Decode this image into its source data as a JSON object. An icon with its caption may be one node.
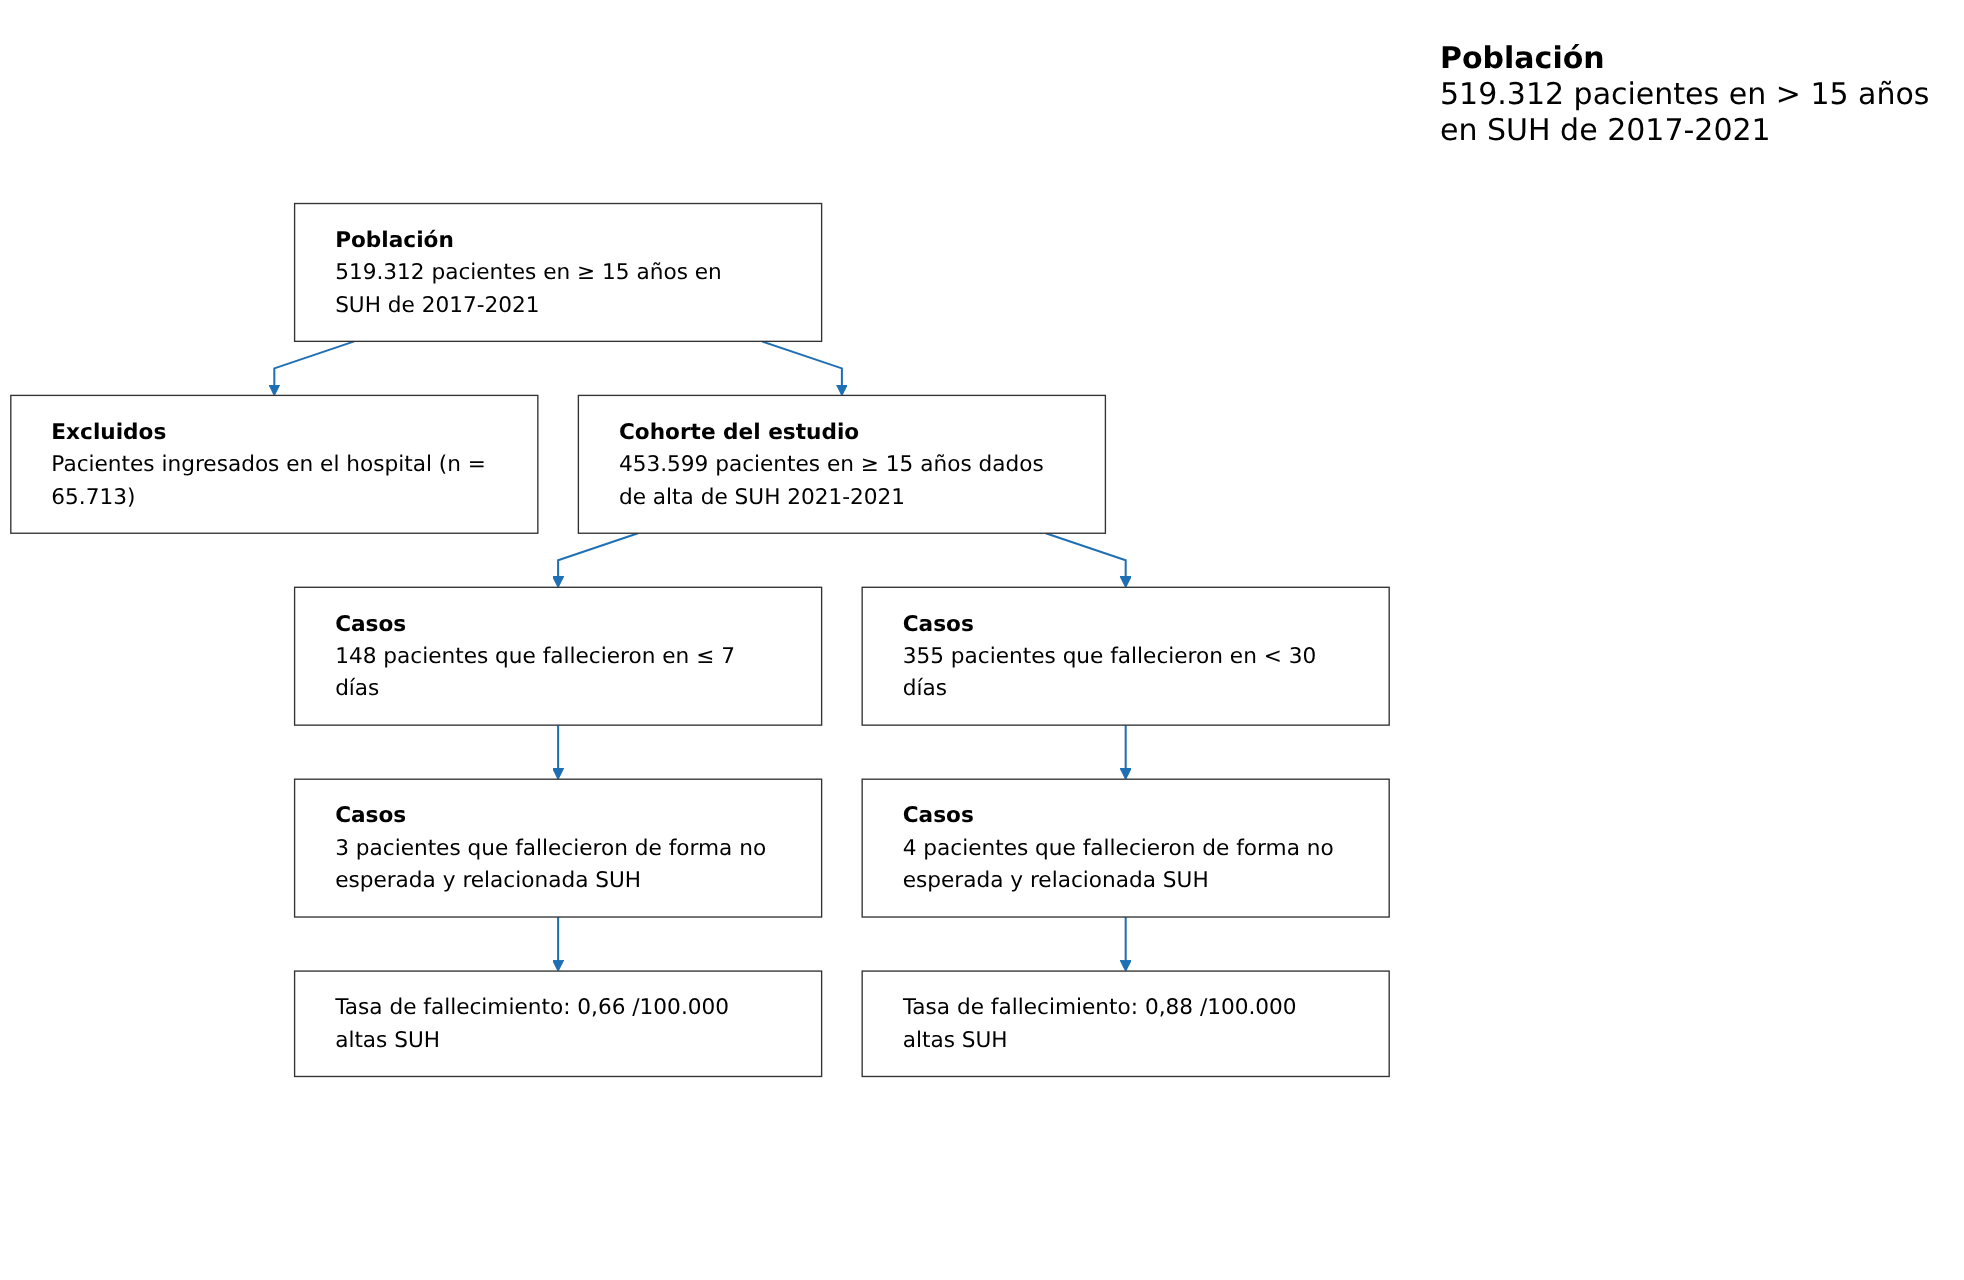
{
  "diagram": {
    "nodes": [
      {
        "text": [
          "Población",
          "519.312 pacientes en ≥ 15 años en SUH de 2017-2021"
        ]
      },
      {
        "text": [
          "Excluidos",
          "Pacientes ingresados en el hospital (n = 65.713)"
        ]
      },
      {
        "text": [
          "Cohorte del estudio",
          "453.599 pacientes en ≥ 15 años dados de alta de SUH 2021-2021"
        ]
      },
      {
        "text": [
          "Casos",
          "148 pacientes que fallecieron en ≤ 7 días"
        ]
      },
      {
        "text": [
          "Casos",
          "355 pacientes que fallecieron en < 30 días"
        ]
      },
      {
        "text": [
          "Casos",
          "3 pacientes que fallecieron de forma no esperada y relacionada SUH"
        ]
      },
      {
        "text": [
          "Casos",
          "4 pacientes que fallecieron de forma no esperada y relacionada SUH"
        ]
      },
      {
        "text": [
          "Tasa de fallecimiento: 0,66 /100.000 altas SUH"
        ]
      },
      {
        "text": [
          "Tasa de fallecimiento: 0,88 /100.000 altas SUH"
        ]
      }
    ],
    "edges": [
      {
        "from": 0,
        "to": 1,
        "arrow": "to"
      },
      {
        "from": 0,
        "to": 2,
        "arrow": "to"
      },
      {
        "from": 2,
        "to": 3,
        "arrow": "to"
      },
      {
        "from": 2,
        "to": 4,
        "arrow": "to"
      },
      {
        "from": 3,
        "to": 5,
        "arrow": "to"
      },
      {
        "from": 4,
        "to": 6,
        "arrow": "to"
      },
      {
        "from": 5,
        "to": 7,
        "arrow": "to"
      },
      {
        "from": 6,
        "to": 8,
        "arrow": "to"
      }
    ],
    "labels": [
      "Población",
      "519.312 pacientes en > 15 años en SUH de 2017-2021"
    ]
  }
}
